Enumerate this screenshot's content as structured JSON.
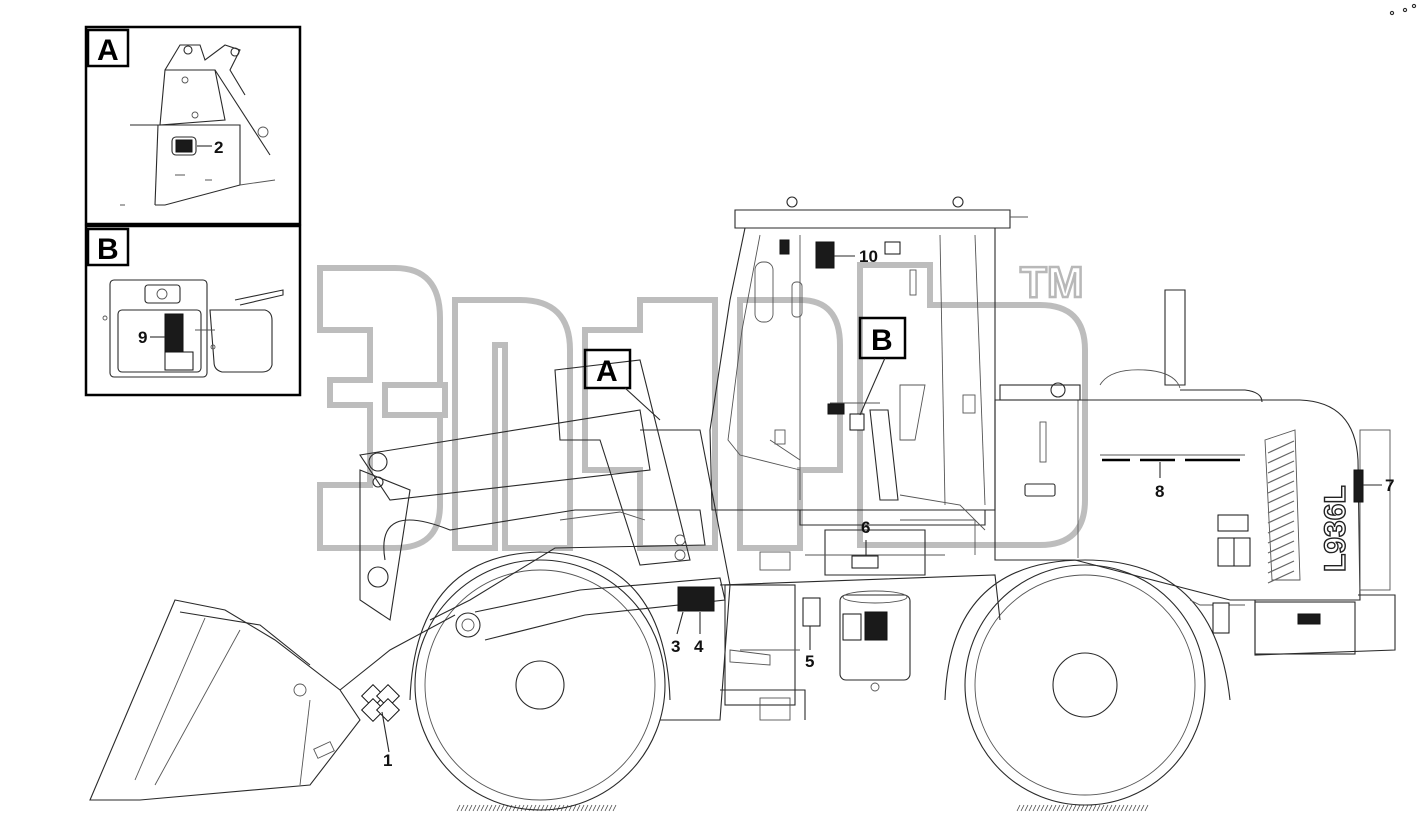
{
  "watermark": {
    "trademark": "TM"
  },
  "model_lettering": "L936L",
  "insets": [
    {
      "letter": "A",
      "callouts": [
        "2"
      ]
    },
    {
      "letter": "B",
      "callouts": [
        "9"
      ]
    }
  ],
  "view_markers": [
    {
      "letter": "A"
    },
    {
      "letter": "B"
    }
  ],
  "callouts": [
    "1",
    "2",
    "3",
    "4",
    "5",
    "6",
    "7",
    "8",
    "9",
    "10"
  ]
}
